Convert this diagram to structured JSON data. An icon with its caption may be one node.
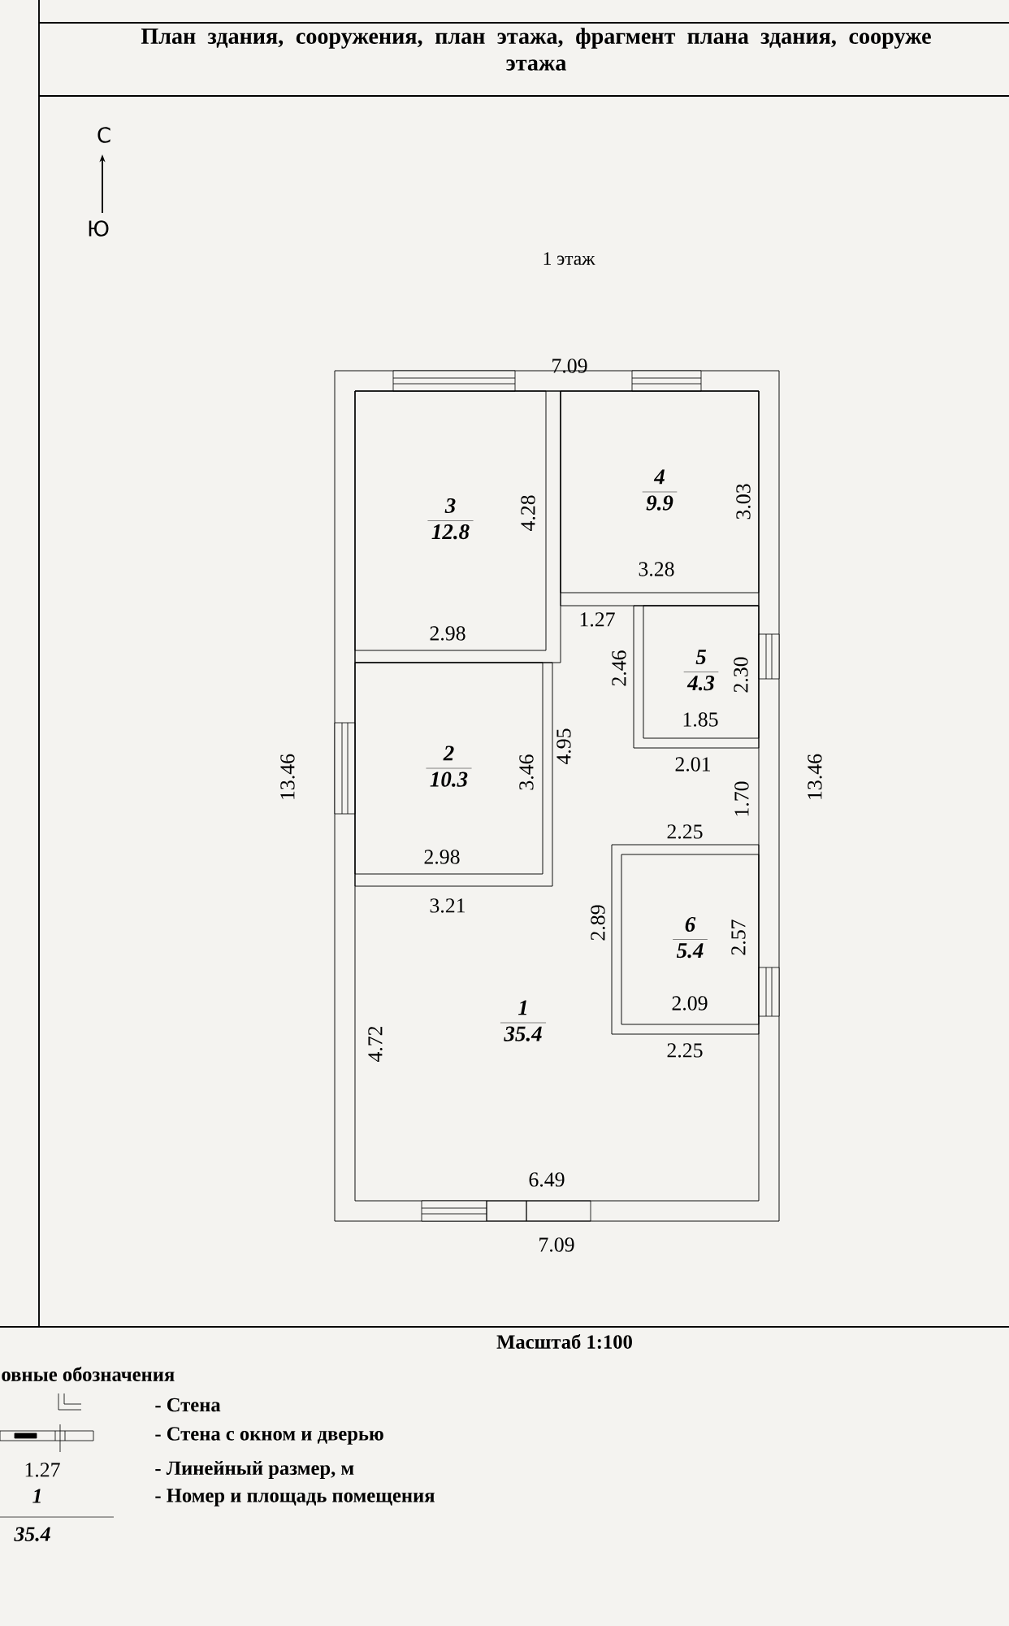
{
  "diagram": {
    "title": "План здания, сооружения, план этажа, фрагмент плана здания, сооруже этажа",
    "nodes": [
      {
        "text": [
          "1",
          "35.4"
        ]
      },
      {
        "text": [
          "2",
          "10.3"
        ]
      },
      {
        "text": [
          "3",
          "12.8"
        ]
      },
      {
        "text": [
          "4",
          "9.9"
        ]
      },
      {
        "text": [
          "5",
          "4.3"
        ]
      },
      {
        "text": [
          "6",
          "5.4"
        ]
      }
    ],
    "labels": [
      "С",
      "Ю",
      "1 этаж",
      "7.09",
      "3.03",
      "4.28",
      "3.28",
      "1.27",
      "2.98",
      "2.46",
      "2.30",
      "1.85",
      "4.95",
      "3.46",
      "13.46",
      "13.46",
      "2.01",
      "1.70",
      "2.25",
      "2.98",
      "3.21",
      "2.89",
      "2.57",
      "2.09",
      "4.72",
      "2.25",
      "6.49",
      "7.09",
      "Масштаб 1:100",
      "овные обозначения",
      "1.27",
      "1",
      "35.4"
    ],
    "legend": [
      {
        "text": "- Стена"
      },
      {
        "text": "- Стена с окном и дверью"
      },
      {
        "text": "- Линейный размер, м"
      },
      {
        "text": "- Номер и площадь помещения"
      }
    ]
  }
}
